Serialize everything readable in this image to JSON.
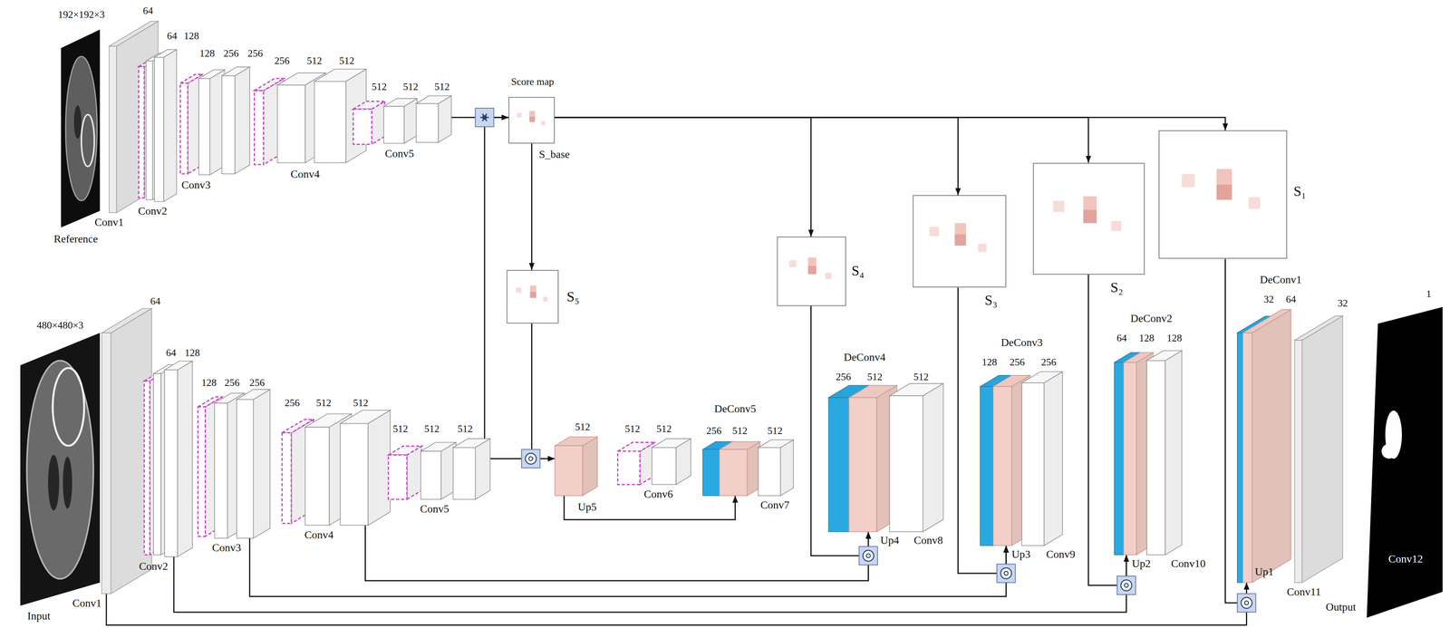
{
  "diagram": {
    "nodes": [
      {
        "text": [
          "192×192×3",
          "Reference"
        ]
      },
      {
        "text": [
          "Conv1"
        ]
      },
      {
        "text": [
          "Conv2"
        ]
      },
      {
        "text": [
          "Conv3"
        ]
      },
      {
        "text": [
          "Conv4"
        ]
      },
      {
        "text": [
          "Conv5"
        ]
      },
      {
        "text": [
          "Score map",
          "S_base"
        ]
      },
      {
        "text": [
          "S₅"
        ]
      },
      {
        "text": [
          "S₄"
        ]
      },
      {
        "text": [
          "S₃"
        ]
      },
      {
        "text": [
          "S₂"
        ]
      },
      {
        "text": [
          "S₁"
        ]
      },
      {
        "text": [
          "480×480×3",
          "Input"
        ]
      },
      {
        "text": [
          "Conv1"
        ]
      },
      {
        "text": [
          "Conv2"
        ]
      },
      {
        "text": [
          "Conv3"
        ]
      },
      {
        "text": [
          "Conv4"
        ]
      },
      {
        "text": [
          "Conv5"
        ]
      },
      {
        "text": [
          "Up5"
        ]
      },
      {
        "text": [
          "Conv6"
        ]
      },
      {
        "text": [
          "DeConv5",
          "Conv7"
        ]
      },
      {
        "text": [
          "DeConv4",
          "Up4",
          "Conv8"
        ]
      },
      {
        "text": [
          "DeConv3",
          "Up3",
          "Conv9"
        ]
      },
      {
        "text": [
          "DeConv2",
          "Up2",
          "Conv10"
        ]
      },
      {
        "text": [
          "DeConv1",
          "Up1",
          "Conv11"
        ]
      },
      {
        "text": [
          "Output",
          "Conv12"
        ]
      }
    ],
    "edges": [
      {
        "from": 5,
        "to": 6,
        "arrow": "to"
      },
      {
        "from": 17,
        "to": 6,
        "arrow": "to"
      },
      {
        "from": 6,
        "to": 7,
        "arrow": "to"
      },
      {
        "from": 6,
        "to": 8,
        "arrow": "to"
      },
      {
        "from": 6,
        "to": 9,
        "arrow": "to"
      },
      {
        "from": 6,
        "to": 10,
        "arrow": "to"
      },
      {
        "from": 6,
        "to": 11,
        "arrow": "to"
      },
      {
        "from": 7,
        "to": 18,
        "arrow": "to"
      },
      {
        "from": 17,
        "to": 18,
        "arrow": "to"
      },
      {
        "from": 18,
        "to": 20,
        "arrow": "to"
      },
      {
        "from": 8,
        "to": 21,
        "arrow": "to"
      },
      {
        "from": 16,
        "to": 21,
        "arrow": "to"
      },
      {
        "from": 9,
        "to": 22,
        "arrow": "to"
      },
      {
        "from": 15,
        "to": 22,
        "arrow": "to"
      },
      {
        "from": 10,
        "to": 23,
        "arrow": "to"
      },
      {
        "from": 14,
        "to": 23,
        "arrow": "to"
      },
      {
        "from": 11,
        "to": 24,
        "arrow": "to"
      },
      {
        "from": 13,
        "to": 24,
        "arrow": "to"
      }
    ],
    "labels": [
      "64",
      "64",
      "128",
      "128",
      "256",
      "256",
      "256",
      "512",
      "512",
      "512",
      "512",
      "512",
      "64",
      "64",
      "128",
      "128",
      "256",
      "256",
      "256",
      "512",
      "512",
      "512",
      "512",
      "512",
      "512",
      "512",
      "512",
      "256",
      "512",
      "512",
      "256",
      "512",
      "512",
      "128",
      "256",
      "256",
      "64",
      "128",
      "128",
      "32",
      "64",
      "32",
      "1"
    ]
  }
}
